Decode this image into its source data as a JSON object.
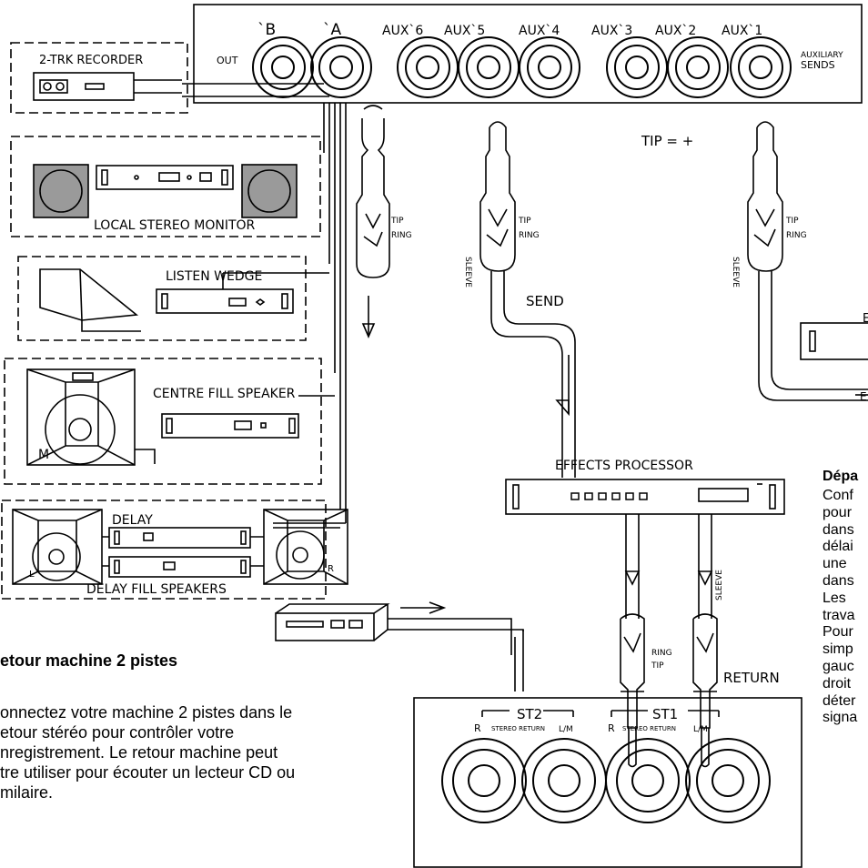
{
  "top_panel": {
    "out_label": "OUT",
    "jack_labels": [
      "`B",
      "`A",
      "AUX`6",
      "AUX`5",
      "AUX`4",
      "AUX`3",
      "AUX`2",
      "AUX`1"
    ],
    "aux_sends_label": [
      "AUXILIARY",
      "SENDS"
    ]
  },
  "recorder": {
    "title": "2-TRK RECORDER"
  },
  "local_monitor": {
    "label": "LOCAL STEREO MONITOR"
  },
  "listen_wedge": {
    "label": "LISTEN WEDGE"
  },
  "centre_fill": {
    "label": "CENTRE FILL SPEAKER",
    "speaker_mark": "M"
  },
  "delay_fill": {
    "delay_label": "DELAY",
    "label": "DELAY FILL SPEAKERS",
    "left_mark": "L",
    "right_mark": "R"
  },
  "plugs": {
    "tip": "TIP",
    "ring": "RING",
    "sleeve": "SLEEVE",
    "tip_eq": "TIP = +",
    "send": "SEND",
    "return": "RETURN"
  },
  "effects": {
    "label": "EFFECTS PROCESSOR"
  },
  "bottom_panel": {
    "st2": "ST2",
    "st1": "ST1",
    "stereo_return": "STEREO RETURN",
    "r": "R",
    "lm": "L/M"
  },
  "retour_section": {
    "title": "etour machine 2 pistes",
    "body": [
      "onnectez votre machine 2 pistes dans le",
      "etour      stéréo      pour      contrôler      votre",
      "nregistrement. Le retour  machine peut",
      "tre utiliser pour écouter un lecteur CD ou",
      "milaire."
    ]
  },
  "right_section": {
    "title": "Dépa",
    "body": [
      "Conf",
      "pour",
      "dans",
      "délai",
      "une",
      "dans",
      "Les",
      "trava",
      "Pour",
      "simp",
      "gauc",
      "droit",
      "déter",
      "signa"
    ],
    "right_edge_a": "E",
    "right_edge_b": "E"
  }
}
